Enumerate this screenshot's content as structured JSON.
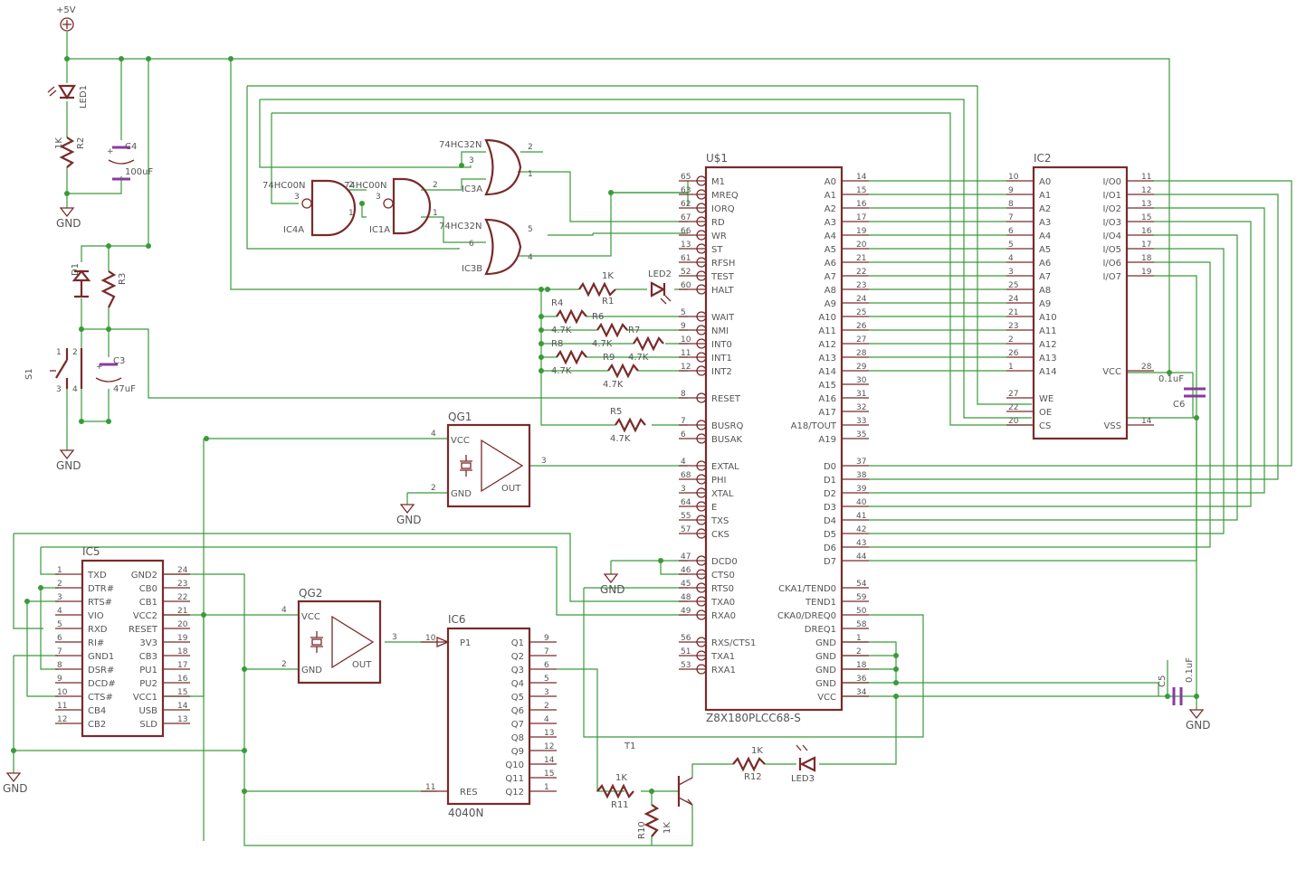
{
  "power": {
    "vcc": "+5V",
    "gnd": "GND"
  },
  "parts": {
    "led1": "LED1",
    "r2": "R2",
    "r2_val": "1K",
    "c4": "C4",
    "c4_val": "100uF",
    "d1": "D1",
    "r3": "R3",
    "s1": "S1",
    "c3": "C3",
    "c3_val": "47uF",
    "ic4a": "IC4A",
    "ic4a_type": "74HC00N",
    "ic1a": "IC1A",
    "ic1a_type": "74HC00N",
    "ic3a": "IC3A",
    "ic3a_type": "74HC32N",
    "ic3b": "IC3B",
    "ic3b_type": "74HC32N",
    "r1": "R1",
    "r1_val": "1K",
    "led2": "LED2",
    "r4": "R4",
    "r6": "R6",
    "r7": "R7",
    "r8": "R8",
    "r9": "R9",
    "r5": "R5",
    "val47k": "4.7K",
    "qg1": "QG1",
    "qg2": "QG2",
    "ic5": "IC5",
    "ic6": "IC6",
    "ic6_type": "4040N",
    "t1": "T1",
    "r11": "R11",
    "r11_val": "1K",
    "r10": "R10",
    "r10_val": "1K",
    "r12": "R12",
    "r12_val": "1K",
    "led3": "LED3",
    "c5": "C5",
    "c5_val": "0.1uF",
    "c6": "C6",
    "c6_val": "0.1uF",
    "u1": "U$1",
    "u1_type": "Z8X180PLCC68-S",
    "ic2": "IC2"
  },
  "u1_left": [
    {
      "pin": "65",
      "name": "M1"
    },
    {
      "pin": "63",
      "name": "MREQ"
    },
    {
      "pin": "62",
      "name": "IORQ"
    },
    {
      "pin": "67",
      "name": "RD"
    },
    {
      "pin": "66",
      "name": "WR"
    },
    {
      "pin": "13",
      "name": "ST"
    },
    {
      "pin": "61",
      "name": "RFSH"
    },
    {
      "pin": "52",
      "name": "TEST"
    },
    {
      "pin": "60",
      "name": "HALT"
    },
    {
      "pin": "",
      "name": ""
    },
    {
      "pin": "5",
      "name": "WAIT"
    },
    {
      "pin": "9",
      "name": "NMI"
    },
    {
      "pin": "10",
      "name": "INT0"
    },
    {
      "pin": "11",
      "name": "INT1"
    },
    {
      "pin": "12",
      "name": "INT2"
    },
    {
      "pin": "",
      "name": ""
    },
    {
      "pin": "8",
      "name": "RESET"
    },
    {
      "pin": "",
      "name": ""
    },
    {
      "pin": "7",
      "name": "BUSRQ"
    },
    {
      "pin": "6",
      "name": "BUSAK"
    },
    {
      "pin": "",
      "name": ""
    },
    {
      "pin": "4",
      "name": "EXTAL"
    },
    {
      "pin": "68",
      "name": "PHI"
    },
    {
      "pin": "3",
      "name": "XTAL"
    },
    {
      "pin": "64",
      "name": "E"
    },
    {
      "pin": "55",
      "name": "TXS"
    },
    {
      "pin": "57",
      "name": "CKS"
    },
    {
      "pin": "",
      "name": ""
    },
    {
      "pin": "47",
      "name": "DCD0"
    },
    {
      "pin": "46",
      "name": "CTS0"
    },
    {
      "pin": "45",
      "name": "RTS0"
    },
    {
      "pin": "48",
      "name": "TXA0"
    },
    {
      "pin": "49",
      "name": "RXA0"
    },
    {
      "pin": "",
      "name": ""
    },
    {
      "pin": "56",
      "name": "RXS/CTS1"
    },
    {
      "pin": "51",
      "name": "TXA1"
    },
    {
      "pin": "53",
      "name": "RXA1"
    }
  ],
  "u1_right": [
    {
      "pin": "14",
      "name": "A0"
    },
    {
      "pin": "15",
      "name": "A1"
    },
    {
      "pin": "16",
      "name": "A2"
    },
    {
      "pin": "17",
      "name": "A3"
    },
    {
      "pin": "19",
      "name": "A4"
    },
    {
      "pin": "20",
      "name": "A5"
    },
    {
      "pin": "21",
      "name": "A6"
    },
    {
      "pin": "22",
      "name": "A7"
    },
    {
      "pin": "23",
      "name": "A8"
    },
    {
      "pin": "24",
      "name": "A9"
    },
    {
      "pin": "25",
      "name": "A10"
    },
    {
      "pin": "26",
      "name": "A11"
    },
    {
      "pin": "27",
      "name": "A12"
    },
    {
      "pin": "28",
      "name": "A13"
    },
    {
      "pin": "29",
      "name": "A14"
    },
    {
      "pin": "30",
      "name": "A15"
    },
    {
      "pin": "31",
      "name": "A16"
    },
    {
      "pin": "32",
      "name": "A17"
    },
    {
      "pin": "33",
      "name": "A18/TOUT"
    },
    {
      "pin": "35",
      "name": "A19"
    },
    {
      "pin": "",
      "name": ""
    },
    {
      "pin": "37",
      "name": "D0"
    },
    {
      "pin": "38",
      "name": "D1"
    },
    {
      "pin": "39",
      "name": "D2"
    },
    {
      "pin": "40",
      "name": "D3"
    },
    {
      "pin": "41",
      "name": "D4"
    },
    {
      "pin": "42",
      "name": "D5"
    },
    {
      "pin": "43",
      "name": "D6"
    },
    {
      "pin": "44",
      "name": "D7"
    },
    {
      "pin": "",
      "name": ""
    },
    {
      "pin": "54",
      "name": "CKA1/TEND0"
    },
    {
      "pin": "59",
      "name": "TEND1"
    },
    {
      "pin": "50",
      "name": "CKA0/DREQ0"
    },
    {
      "pin": "58",
      "name": "DREQ1"
    },
    {
      "pin": "1",
      "name": "GND"
    },
    {
      "pin": "2",
      "name": "GND"
    },
    {
      "pin": "18",
      "name": "GND"
    },
    {
      "pin": "36",
      "name": "GND"
    },
    {
      "pin": "34",
      "name": "VCC"
    }
  ],
  "ic2_left": [
    {
      "pin": "10",
      "name": "A0"
    },
    {
      "pin": "9",
      "name": "A1"
    },
    {
      "pin": "8",
      "name": "A2"
    },
    {
      "pin": "7",
      "name": "A3"
    },
    {
      "pin": "6",
      "name": "A4"
    },
    {
      "pin": "5",
      "name": "A5"
    },
    {
      "pin": "4",
      "name": "A6"
    },
    {
      "pin": "3",
      "name": "A7"
    },
    {
      "pin": "25",
      "name": "A8"
    },
    {
      "pin": "24",
      "name": "A9"
    },
    {
      "pin": "21",
      "name": "A10"
    },
    {
      "pin": "23",
      "name": "A11"
    },
    {
      "pin": "2",
      "name": "A12"
    },
    {
      "pin": "26",
      "name": "A13"
    },
    {
      "pin": "1",
      "name": "A14"
    },
    {
      "pin": "",
      "name": ""
    },
    {
      "pin": "27",
      "name": "WE"
    },
    {
      "pin": "22",
      "name": "OE"
    },
    {
      "pin": "20",
      "name": "CS"
    }
  ],
  "ic2_right": [
    {
      "pin": "11",
      "name": "I/O0"
    },
    {
      "pin": "12",
      "name": "I/O1"
    },
    {
      "pin": "13",
      "name": "I/O2"
    },
    {
      "pin": "15",
      "name": "I/O3"
    },
    {
      "pin": "16",
      "name": "I/O4"
    },
    {
      "pin": "17",
      "name": "I/O5"
    },
    {
      "pin": "18",
      "name": "I/O6"
    },
    {
      "pin": "19",
      "name": "I/O7"
    },
    {
      "pin": "",
      "name": ""
    },
    {
      "pin": "",
      "name": ""
    },
    {
      "pin": "",
      "name": ""
    },
    {
      "pin": "",
      "name": ""
    },
    {
      "pin": "",
      "name": ""
    },
    {
      "pin": "",
      "name": ""
    },
    {
      "pin": "28",
      "name": "VCC"
    },
    {
      "pin": "",
      "name": ""
    },
    {
      "pin": "",
      "name": ""
    },
    {
      "pin": "",
      "name": ""
    },
    {
      "pin": "14",
      "name": "VSS"
    }
  ],
  "ic5_left": [
    {
      "pin": "1",
      "name": "TXD"
    },
    {
      "pin": "2",
      "name": "DTR#"
    },
    {
      "pin": "3",
      "name": "RTS#"
    },
    {
      "pin": "4",
      "name": "VIO"
    },
    {
      "pin": "5",
      "name": "RXD"
    },
    {
      "pin": "6",
      "name": "RI#"
    },
    {
      "pin": "7",
      "name": "GND1"
    },
    {
      "pin": "8",
      "name": "DSR#"
    },
    {
      "pin": "9",
      "name": "DCD#"
    },
    {
      "pin": "10",
      "name": "CTS#"
    },
    {
      "pin": "11",
      "name": "CB4"
    },
    {
      "pin": "12",
      "name": "CB2"
    }
  ],
  "ic5_right": [
    {
      "pin": "24",
      "name": "GND2"
    },
    {
      "pin": "23",
      "name": "CB0"
    },
    {
      "pin": "22",
      "name": "CB1"
    },
    {
      "pin": "21",
      "name": "VCC2"
    },
    {
      "pin": "20",
      "name": "RESET"
    },
    {
      "pin": "19",
      "name": "3V3"
    },
    {
      "pin": "18",
      "name": "CB3"
    },
    {
      "pin": "17",
      "name": "PU1"
    },
    {
      "pin": "16",
      "name": "PU2"
    },
    {
      "pin": "15",
      "name": "VCC1"
    },
    {
      "pin": "14",
      "name": "USB"
    },
    {
      "pin": "13",
      "name": "SLD"
    }
  ],
  "ic6_left": [
    {
      "pin": "10",
      "name": "P1"
    },
    {
      "pin": "11",
      "name": "RES"
    }
  ],
  "ic6_right": [
    {
      "pin": "9",
      "name": "Q1"
    },
    {
      "pin": "7",
      "name": "Q2"
    },
    {
      "pin": "6",
      "name": "Q3"
    },
    {
      "pin": "5",
      "name": "Q4"
    },
    {
      "pin": "3",
      "name": "Q5"
    },
    {
      "pin": "2",
      "name": "Q6"
    },
    {
      "pin": "4",
      "name": "Q7"
    },
    {
      "pin": "13",
      "name": "Q8"
    },
    {
      "pin": "12",
      "name": "Q9"
    },
    {
      "pin": "14",
      "name": "Q10"
    },
    {
      "pin": "15",
      "name": "Q11"
    },
    {
      "pin": "1",
      "name": "Q12"
    }
  ],
  "osc": {
    "vcc": "VCC",
    "gnd": "GND",
    "out": "OUT",
    "p_vcc": "4",
    "p_gnd": "2",
    "p_out": "3"
  }
}
